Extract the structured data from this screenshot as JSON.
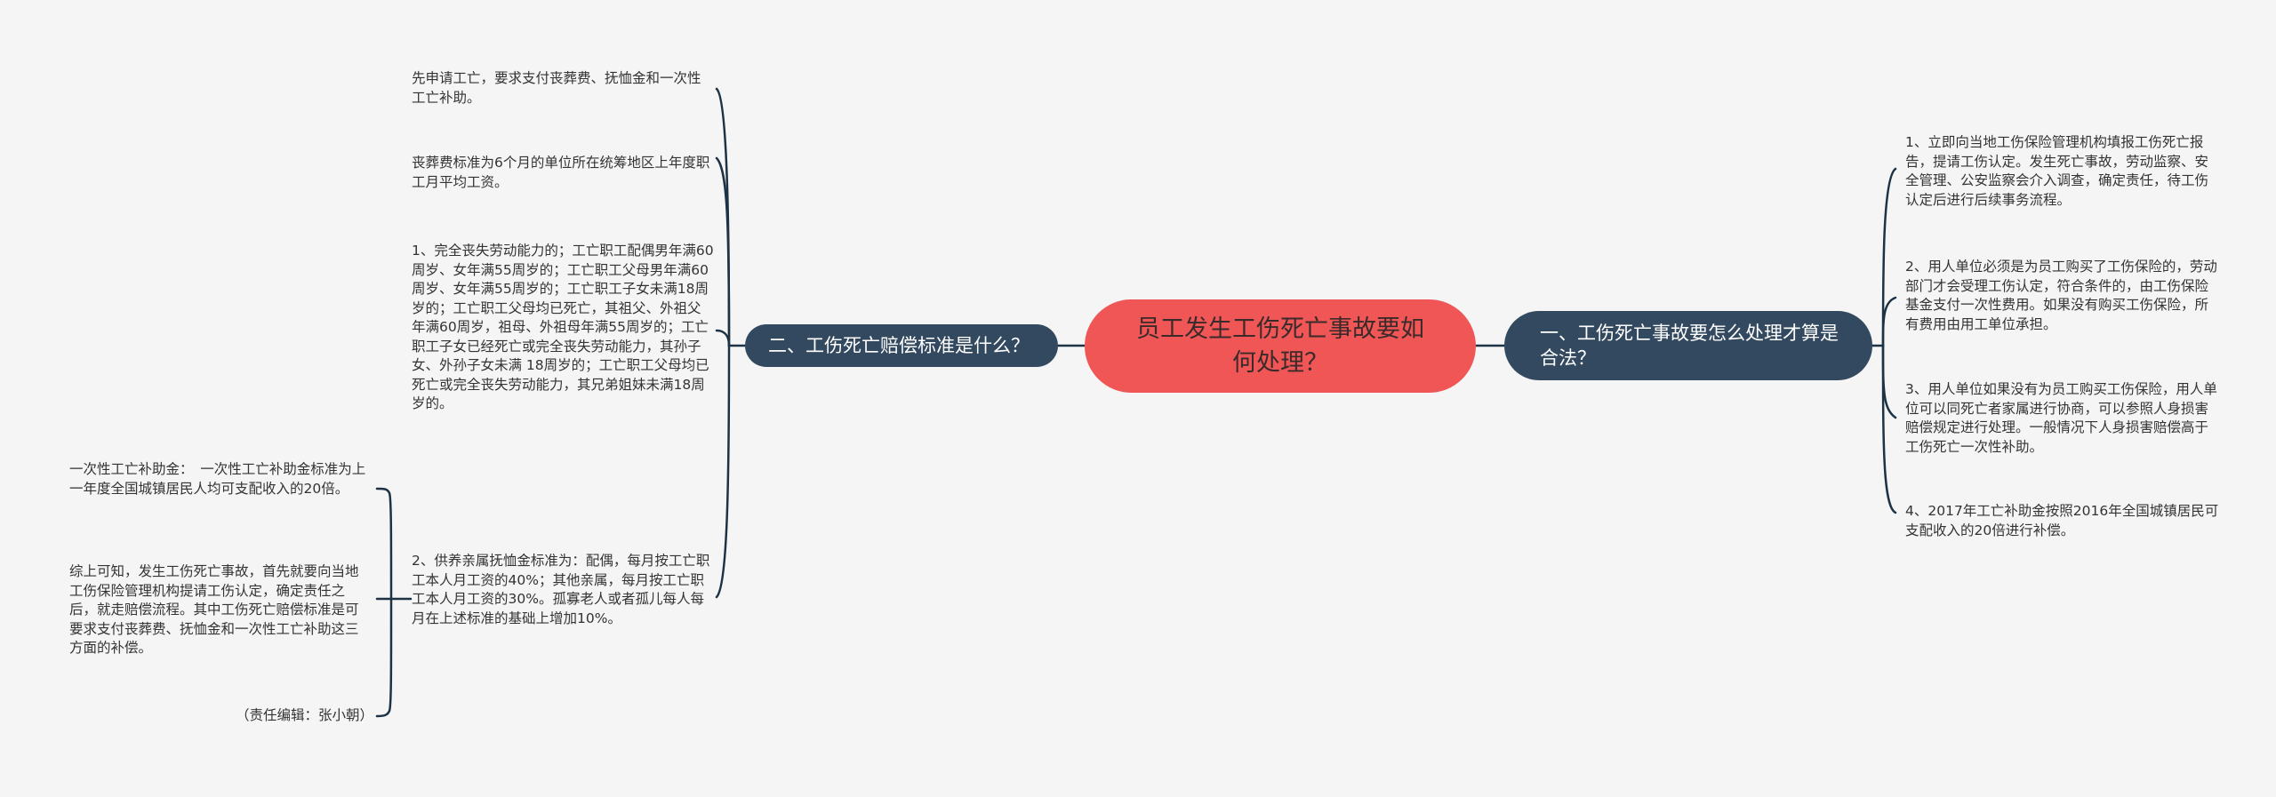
{
  "central": {
    "title": "员工发生工伤死亡事故要如何处理？"
  },
  "right_branch": {
    "title": "一、工伤死亡事故要怎么处理才算是合法？",
    "items": [
      "1、立即向当地工伤保险管理机构填报工伤死亡报告，提请工伤认定。发生死亡事故，劳动监察、安全管理、公安监察会介入调查，确定责任，待工伤认定后进行后续事务流程。",
      "2、用人单位必须是为员工购买了工伤保险的，劳动部门才会受理工伤认定，符合条件的，由工伤保险基金支付一次性费用。如果没有购买工伤保险，所有费用由用工单位承担。",
      "3、用人单位如果没有为员工购买工伤保险，用人单位可以同死亡者家属进行协商，可以参照人身损害赔偿规定进行处理。一般情况下人身损害赔偿高于工伤死亡一次性补助。",
      "4、2017年工亡补助金按照2016年全国城镇居民可支配收入的20倍进行补偿。"
    ]
  },
  "left_branch": {
    "title": "二、工伤死亡赔偿标准是什么？",
    "items": [
      "先申请工亡，要求支付丧葬费、抚恤金和一次性工亡补助。",
      "丧葬费标准为6个月的单位所在统筹地区上年度职工月平均工资。",
      "1、完全丧失劳动能力的；工亡职工配偶男年满60周岁、女年满55周岁的；工亡职工父母男年满60周岁、女年满55周岁的；工亡职工子女未满18周岁的；工亡职工父母均已死亡，其祖父、外祖父年满60周岁，祖母、外祖母年满55周岁的；工亡职工子女已经死亡或完全丧失劳动能力，其孙子女、外孙子女未满 18周岁的；工亡职工父母均已死亡或完全丧失劳动能力，其兄弟姐妹未满18周岁的。",
      "2、供养亲属抚恤金标准为：配偶，每月按工亡职工本人月工资的40%；其他亲属，每月按工亡职工本人月工资的30%。孤寡老人或者孤儿每人每月在上述标准的基础上增加10%。"
    ],
    "sub_items": [
      "一次性工亡补助金：　一次性工亡补助金标准为上一年度全国城镇居民人均可支配收入的20倍。",
      "综上可知，发生工伤死亡事故，首先就要向当地工伤保险管理机构提请工伤认定，确定责任之后，就走赔偿流程。其中工伤死亡赔偿标准是可要求支付丧葬费、抚恤金和一次性工亡补助这三方面的补偿。",
      "（责任编辑：张小朝）"
    ]
  },
  "colors": {
    "background": "#f5f5f5",
    "central_fill": "#f05656",
    "branch_fill": "#33495f",
    "connector": "#1e3246",
    "leaf_text": "#333333"
  }
}
